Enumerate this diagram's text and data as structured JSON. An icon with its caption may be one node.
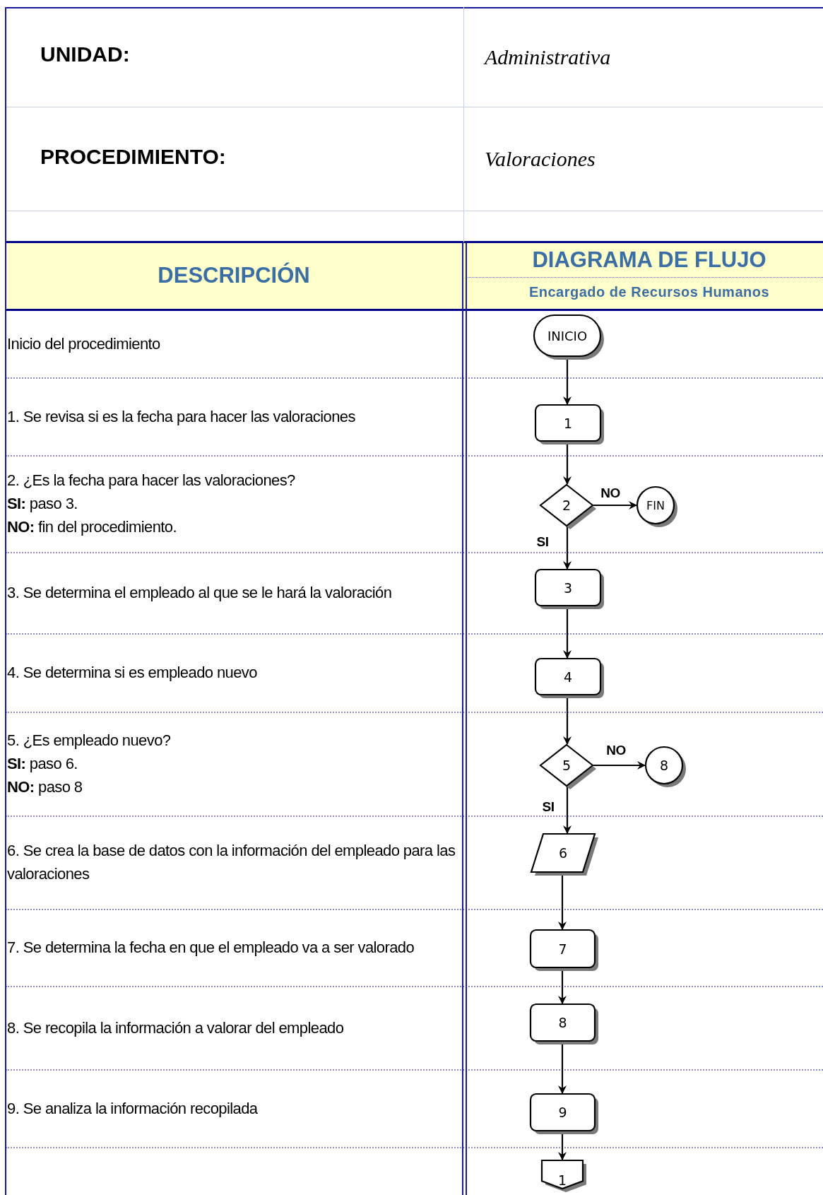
{
  "diagram": {
    "nodes": [
      {
        "text": [
          "INICIO"
        ]
      },
      {
        "text": [
          "1"
        ]
      },
      {
        "text": [
          "2"
        ]
      },
      {
        "text": [
          "FIN"
        ]
      },
      {
        "text": [
          "3"
        ]
      },
      {
        "text": [
          "4"
        ]
      },
      {
        "text": [
          "5"
        ]
      },
      {
        "text": [
          "8"
        ]
      },
      {
        "text": [
          "6"
        ]
      },
      {
        "text": [
          "7"
        ]
      },
      {
        "text": [
          "8"
        ]
      },
      {
        "text": [
          "9"
        ]
      },
      {
        "text": [
          "1"
        ]
      }
    ],
    "edges": [
      {
        "from": 0,
        "to": 1,
        "arrow": "to"
      },
      {
        "from": 1,
        "to": 2,
        "arrow": "to"
      },
      {
        "from": 2,
        "to": 3,
        "arrow": "to",
        "label": "NO"
      },
      {
        "from": 2,
        "to": 4,
        "arrow": "to",
        "label": "SI"
      },
      {
        "from": 4,
        "to": 5,
        "arrow": "to"
      },
      {
        "from": 5,
        "to": 6,
        "arrow": "to"
      },
      {
        "from": 6,
        "to": 7,
        "arrow": "to",
        "label": "NO"
      },
      {
        "from": 6,
        "to": 8,
        "arrow": "to",
        "label": "SI"
      },
      {
        "from": 8,
        "to": 9,
        "arrow": "to"
      },
      {
        "from": 9,
        "to": 10,
        "arrow": "to"
      },
      {
        "from": 10,
        "to": 11,
        "arrow": "to"
      },
      {
        "from": 11,
        "to": 12,
        "arrow": "to"
      }
    ],
    "labels": [
      "UNIDAD:",
      "Administrativa",
      "PROCEDIMIENTO:",
      "Valoraciones",
      "DESCRIPCIÓN",
      "DIAGRAMA DE FLUJO",
      "Encargado de Recursos Humanos",
      "Inicio del procedimiento",
      "1. Se revisa si es la fecha para hacer las valoraciones",
      "2. ¿Es la fecha para hacer las valoraciones?",
      "**SI:** paso 3.",
      "**NO:** fin del procedimiento.",
      "3. Se determina el empleado al que se le hará la valoración",
      "4. Se determina si es empleado nuevo",
      "5. ¿Es empleado nuevo?",
      "**SI:** paso 6.",
      "**NO:** paso 8",
      "6. Se crea la base de datos con la información del empleado para las valoraciones",
      "7. Se determina la fecha en que el empleado va a ser valorado",
      "8. Se recopila la información a valorar del empleado",
      "9. Se analiza la información recopilada"
    ]
  }
}
